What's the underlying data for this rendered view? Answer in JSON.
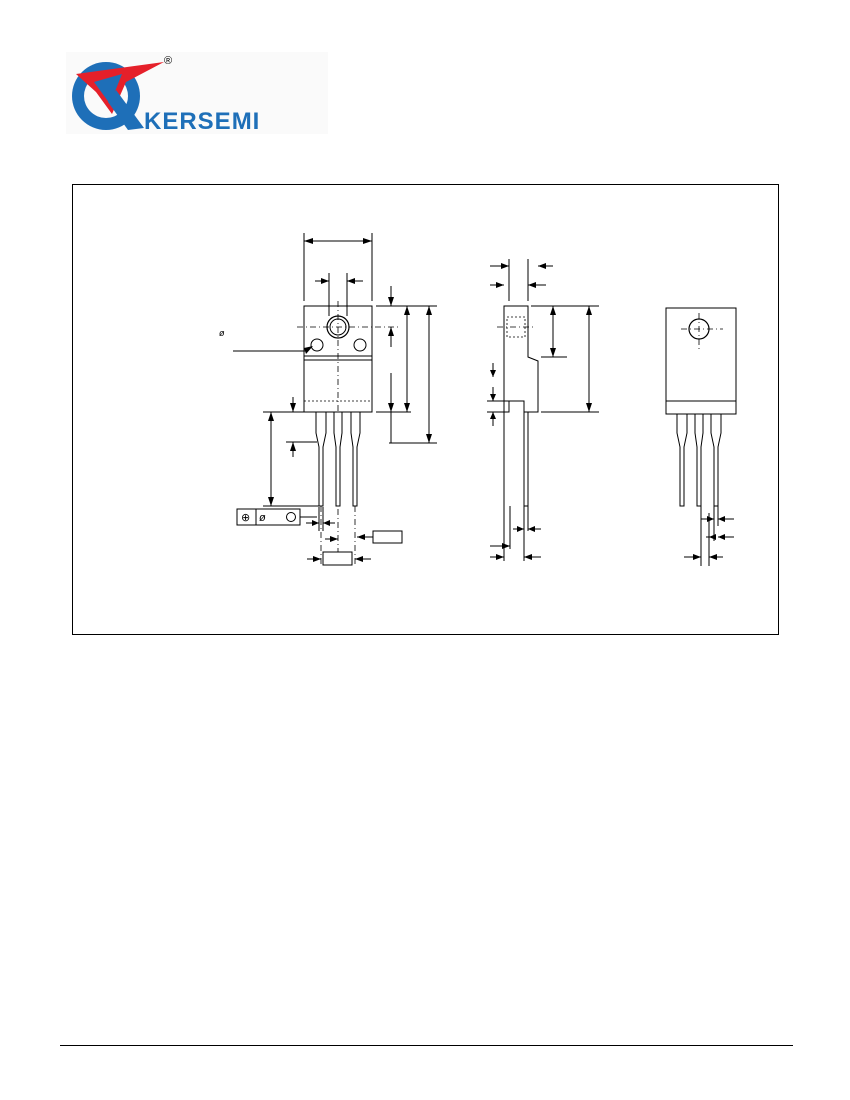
{
  "header": {
    "brand_name": "KERSEMI",
    "registered_mark": "®",
    "logo_colors": {
      "blue": "#1e6fb8",
      "red": "#e5202a",
      "text": "#1e6fb8"
    }
  },
  "drawing": {
    "diameter_symbol": "ø",
    "tolerance_frame": {
      "position_symbol": "⊕",
      "diameter_symbol": "ø"
    }
  }
}
